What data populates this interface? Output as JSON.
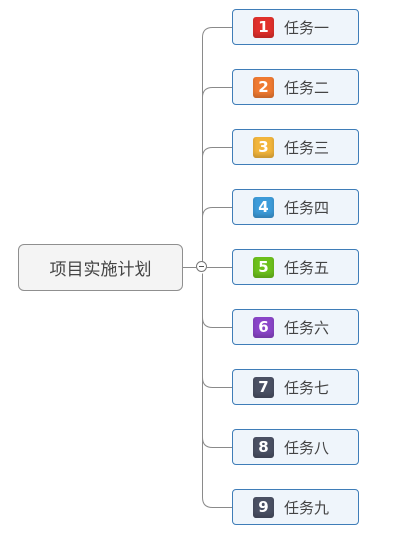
{
  "root": {
    "label": "项目实施计划"
  },
  "tasks": [
    {
      "number": "1",
      "label": "任务一",
      "color": "#e0302c"
    },
    {
      "number": "2",
      "label": "任务二",
      "color": "#ef7a31"
    },
    {
      "number": "3",
      "label": "任务三",
      "color": "#f2b53c"
    },
    {
      "number": "4",
      "label": "任务四",
      "color": "#3d9bd9"
    },
    {
      "number": "5",
      "label": "任务五",
      "color": "#6cc01c"
    },
    {
      "number": "6",
      "label": "任务六",
      "color": "#8a45c8"
    },
    {
      "number": "7",
      "label": "任务七",
      "color": "#4a5063"
    },
    {
      "number": "8",
      "label": "任务八",
      "color": "#4a5063"
    },
    {
      "number": "9",
      "label": "任务九",
      "color": "#4a5063"
    }
  ],
  "colors": {
    "connector": "#8a8a8a",
    "node_border": "#3f7db8",
    "node_fill": "#eff5fb"
  }
}
